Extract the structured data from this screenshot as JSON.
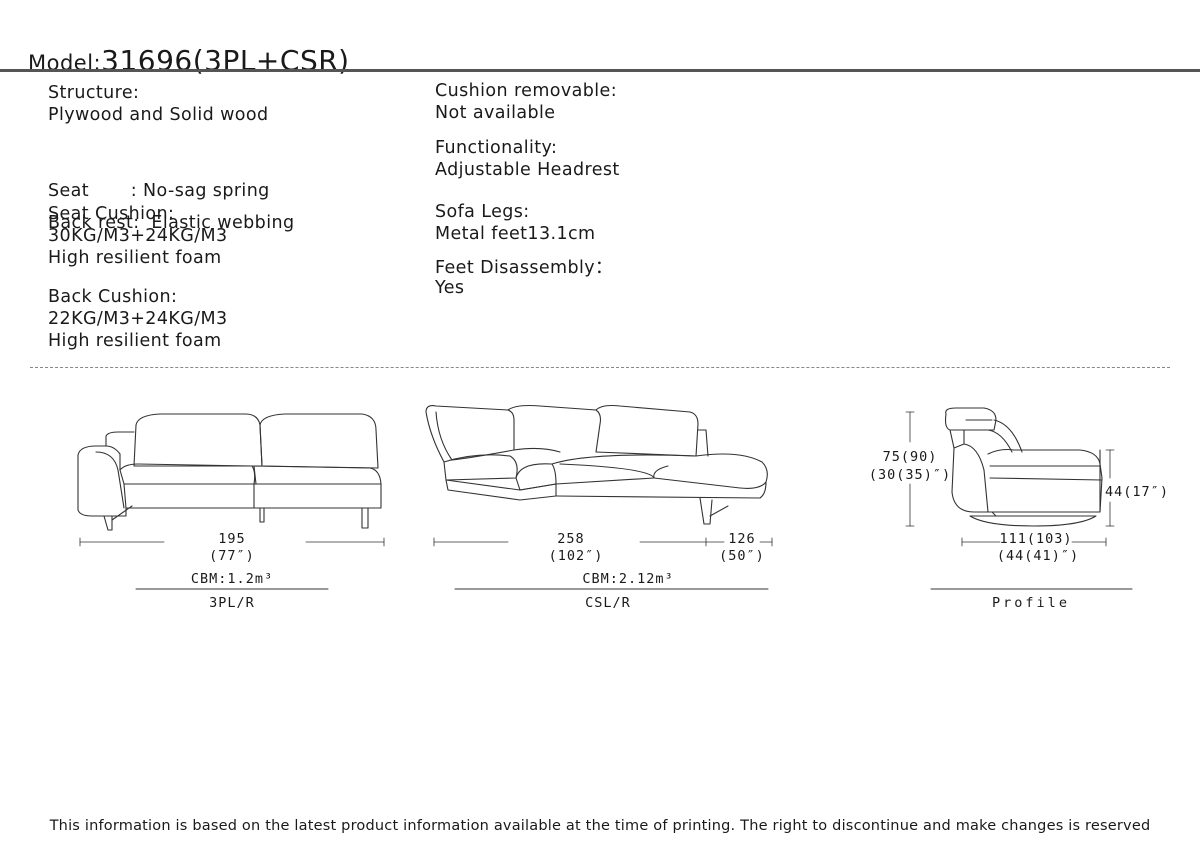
{
  "header": {
    "model_label": "Model:",
    "model_number": "31696(3PL+CSR)"
  },
  "specs_left": [
    {
      "lines": [
        "Structure:",
        "Plywood and Solid wood"
      ]
    },
    {
      "lines": [
        "Seat       : No-sag spring"
      ]
    },
    {
      "lines": [
        "Back rest:  Elastic webbing"
      ]
    },
    {
      "lines": [
        "Seat Cushion:",
        "30KG/M3+24KG/M3",
        "High resilient foam"
      ]
    },
    {
      "lines": [
        "Back Cushion:",
        "22KG/M3+24KG/M3",
        "High resilient foam"
      ]
    }
  ],
  "specs_right": [
    {
      "lines": [
        "Cushion removable:",
        "Not available"
      ]
    },
    {
      "lines": [
        "Functionality:",
        "Adjustable Headrest"
      ]
    },
    {
      "lines": [
        "Sofa Legs:",
        "Metal feet13.1cm"
      ]
    },
    {
      "lines": [
        "Feet Disassembly：",
        "Yes"
      ]
    }
  ],
  "drawings": {
    "three_pl": {
      "width_cm": "195",
      "width_in": "(77″)",
      "cbm": "CBM:1.2m³",
      "name": "3PL/R"
    },
    "csl": {
      "width_cm": "258",
      "width_in": "(102″)",
      "chaise_cm": "126",
      "chaise_in": "(50″)",
      "cbm": "CBM:2.12m³",
      "name": "CSL/R"
    },
    "profile": {
      "height_cm": "75(90)",
      "height_in": "(30(35)″)",
      "seat_height": "44(17″)",
      "depth_cm": "111(103)",
      "depth_in": "(44(41)″)",
      "name": "Profile"
    }
  },
  "footer": {
    "text": "This information is based on the latest product information available at the time of printing. The right to discontinue and make changes is reserved"
  }
}
